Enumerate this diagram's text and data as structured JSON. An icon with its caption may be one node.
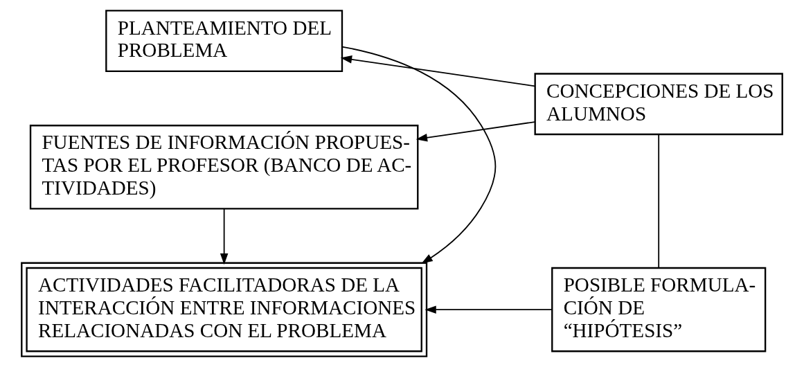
{
  "diagram": {
    "nodes": [
      {
        "text": [
          "PLANTEAMIENTO DEL PROBLEMA"
        ]
      },
      {
        "text": [
          "CONCEPCIONES DE LOS ALUMNOS"
        ]
      },
      {
        "text": [
          "ACTIVIDADES FACILITADORAS DE LA INTERACCIÓN ENTRE INFORMACIONES RELACIONADAS CON EL PROBLEMA"
        ]
      },
      {
        "text": [
          "POSIBLE FORMULA- CIÓN DE “HIPÓTESIS”"
        ]
      },
      {
        "text": [
          "FUENTES DE INFORMACIÓN PROPUES- TAS POR EL PROFESOR (BANCO DE AC- TIVIDADES)"
        ]
      }
    ],
    "edges": [
      {
        "from": 1,
        "to": 0,
        "arrow": "to"
      },
      {
        "from": 0,
        "to": 2,
        "arrow": "to"
      },
      {
        "from": 1,
        "to": 3,
        "arrow": "none"
      },
      {
        "from": 3,
        "to": 2,
        "arrow": "to"
      },
      {
        "from": 1,
        "to": 4,
        "arrow": "to"
      },
      {
        "from": 4,
        "to": 2,
        "arrow": "to"
      }
    ]
  }
}
